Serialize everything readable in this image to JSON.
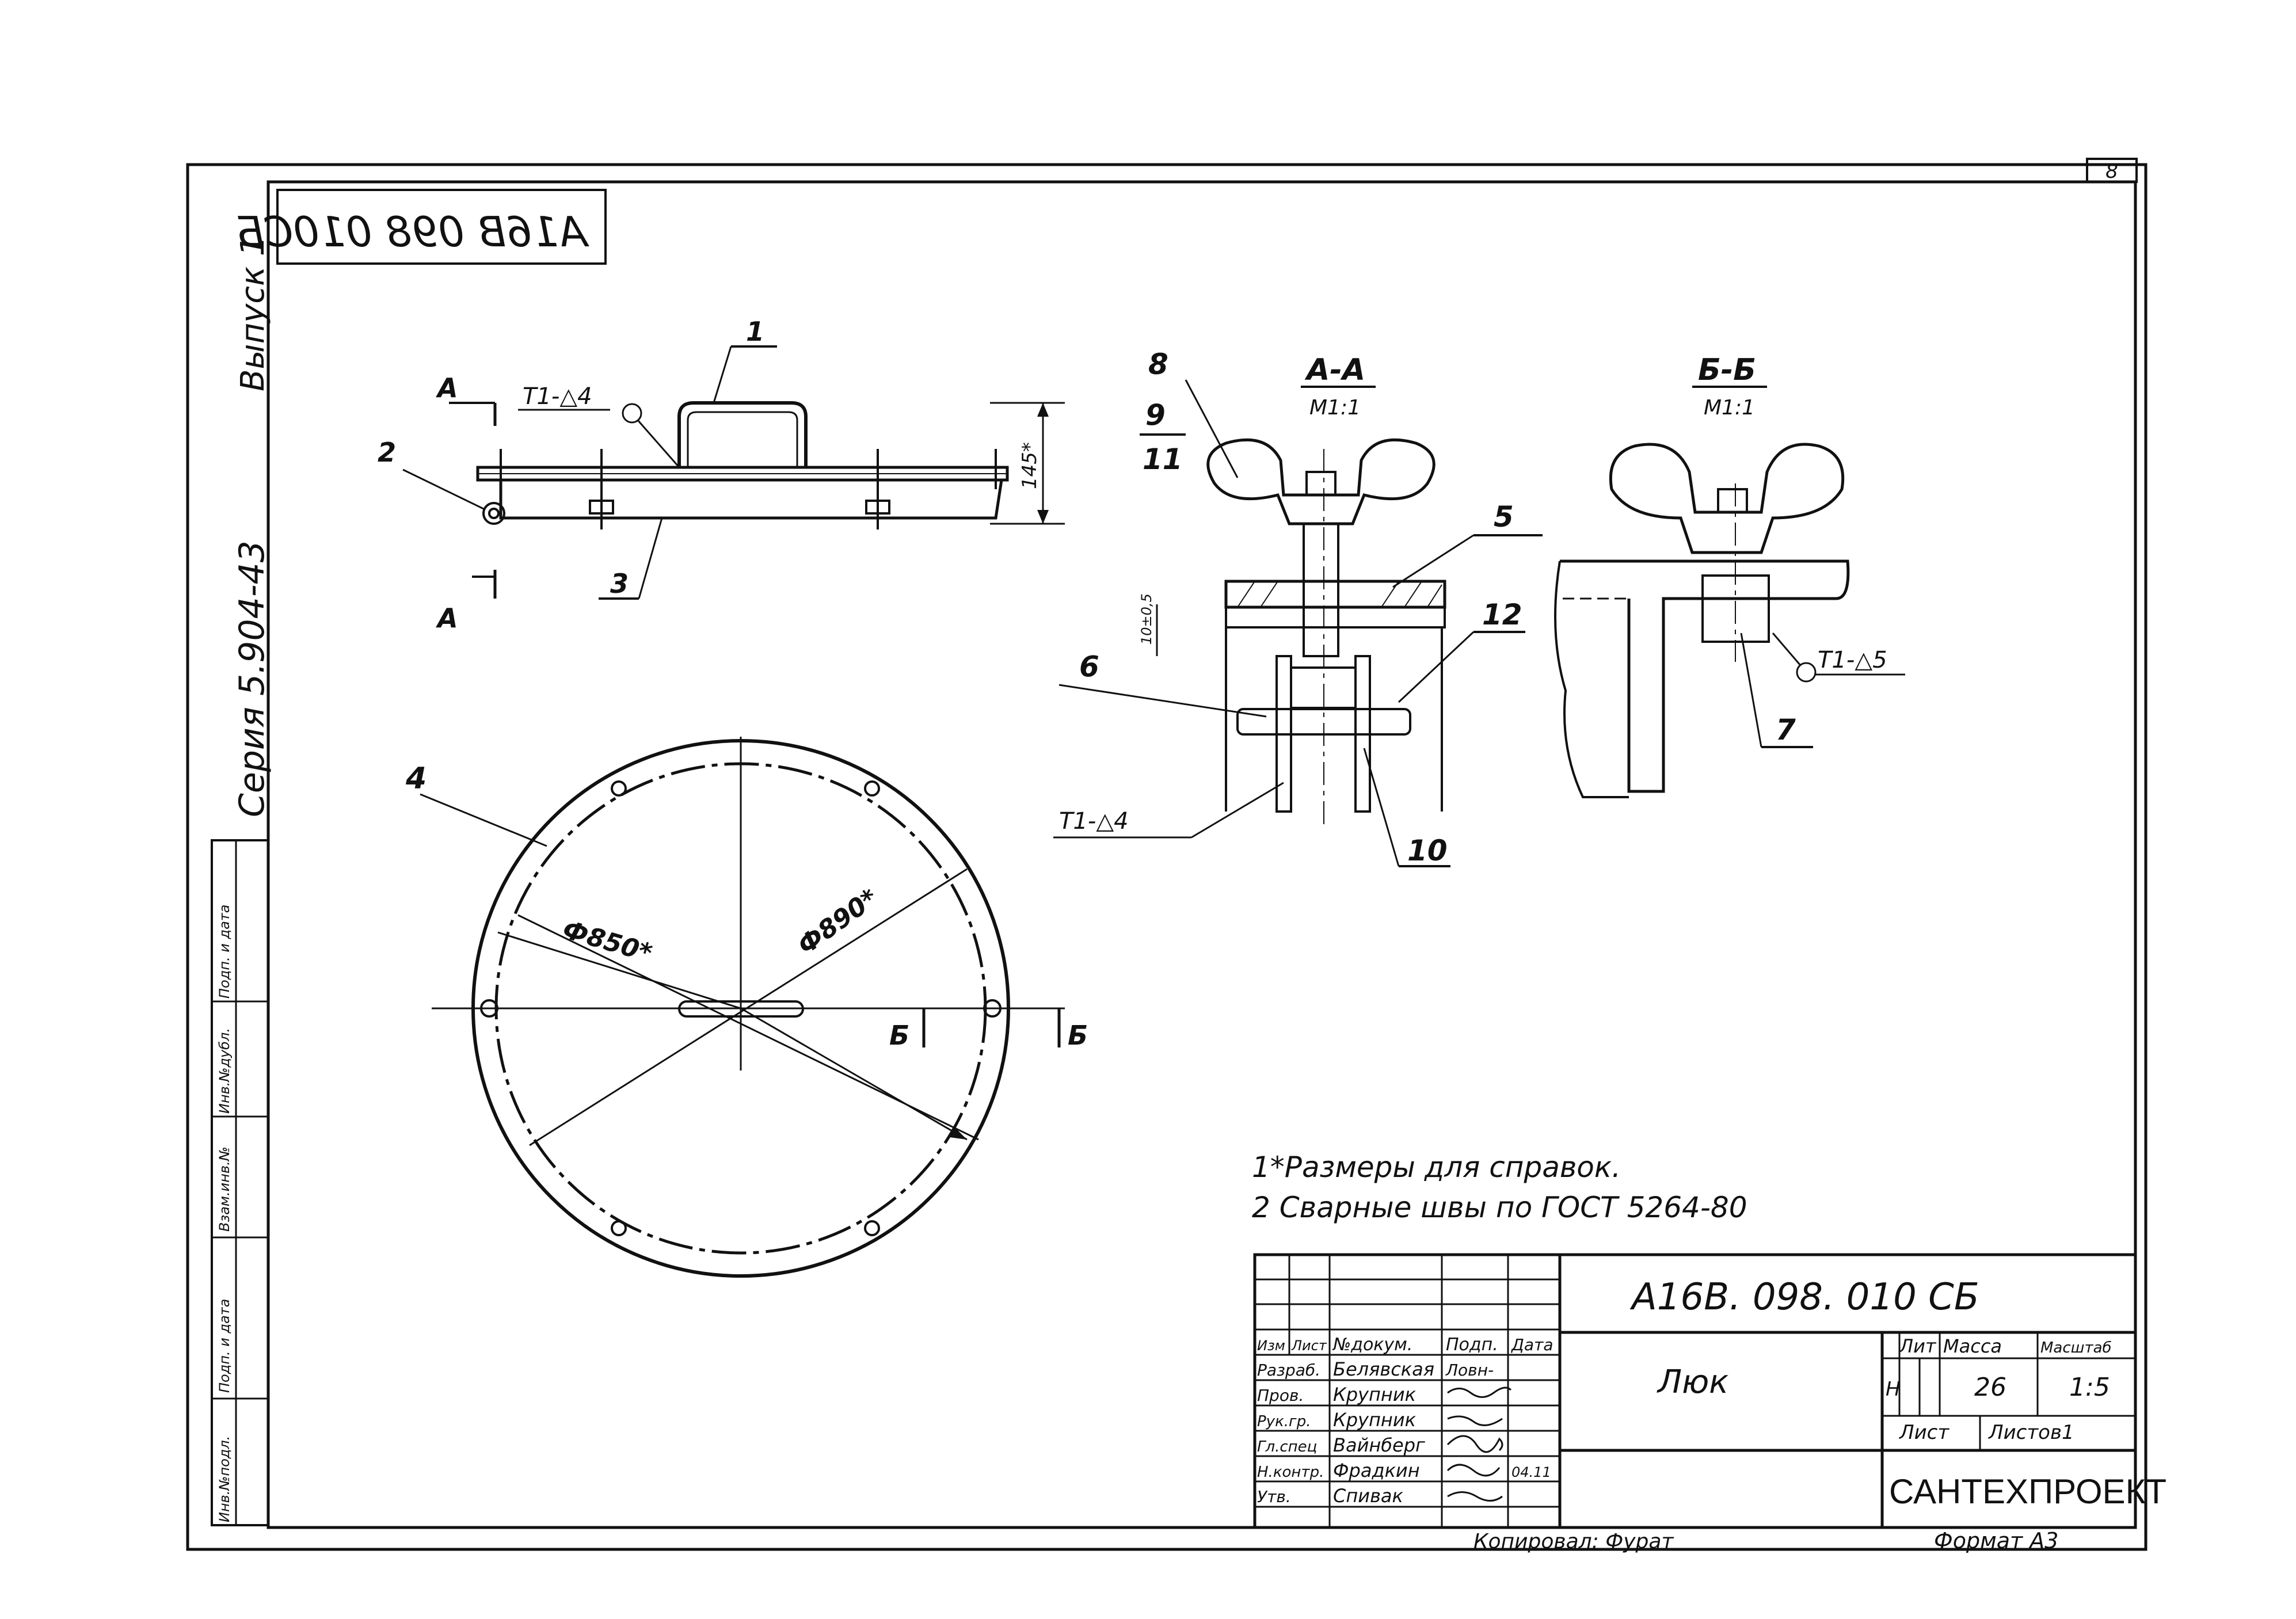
{
  "sheet": {
    "sheet_number": "8",
    "mirrored_code": "A16B 098 010СБ",
    "issue": "Выпуск 1",
    "series": "Серия 5.904-43",
    "format": "Формат А3",
    "copied_by": "Копировал: Фурат"
  },
  "side_stamp": [
    "Инв.№подл.",
    "Подп. и дата",
    "Взам.инв.№",
    "Инв.№дубл.",
    "Подп. и дата"
  ],
  "views": {
    "front": {
      "cut_label": "А",
      "height_dim": "145*",
      "weld_mark": "Т1-△4",
      "callouts": [
        "1",
        "2",
        "3"
      ]
    },
    "plan": {
      "callout": "4",
      "dia_inner": "Ф850*",
      "dia_outer": "Ф890*",
      "section_label": "Б"
    },
    "section_aa": {
      "title": "А-А",
      "scale": "М1:1",
      "callouts": [
        "8",
        "9",
        "11",
        "5",
        "6",
        "12",
        "10"
      ],
      "weld_mark": "Т1-△4",
      "thickness_dim": "10±0,5"
    },
    "section_bb": {
      "title": "Б-Б",
      "scale": "М1:1",
      "callout": "7",
      "weld_mark": "Т1-△5"
    }
  },
  "notes": [
    "1*Размеры для справок.",
    "2 Сварные швы по ГОСТ 5264-80"
  ],
  "title_block": {
    "designation": "A16B. 098. 010 СБ",
    "name": "Люк",
    "headers": {
      "lit": "Лит",
      "mass": "Масса",
      "scale": "Масштаб"
    },
    "lit_value": "Н",
    "mass": "26",
    "scale": "1:5",
    "sheet": "Лист",
    "sheets": "Листов1",
    "org": "САНТЕХПРОЕКТ",
    "col_headers": [
      "Изм",
      "Лист",
      "№докум.",
      "Подп.",
      "Дата"
    ],
    "roles": [
      {
        "role": "Разраб.",
        "name": "Белявская",
        "sign": "Ловн-"
      },
      {
        "role": "Пров.",
        "name": "Крупник",
        "sign": ""
      },
      {
        "role": "Рук.гр.",
        "name": "Крупник",
        "sign": ""
      },
      {
        "role": "Гл.спец",
        "name": "Вайнберг",
        "sign": ""
      },
      {
        "role": "Н.контр.",
        "name": "Фрадкин",
        "sign": ""
      },
      {
        "role": "Утв.",
        "name": "Спивак",
        "sign": ""
      }
    ],
    "date": "04.11"
  }
}
